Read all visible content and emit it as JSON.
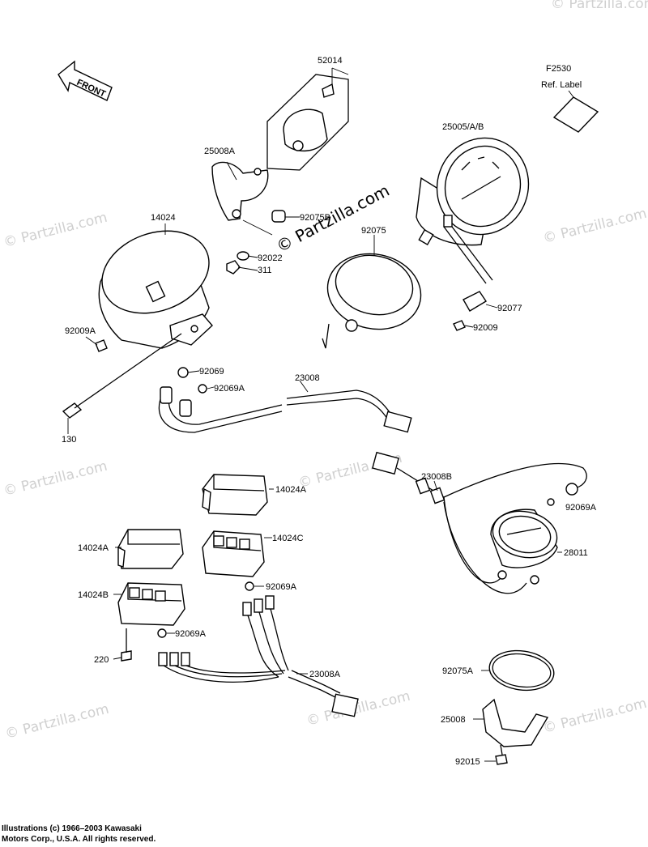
{
  "watermark": "© Partzilla.com",
  "front_label": "FRONT",
  "ref": {
    "code": "F2530",
    "label": "Ref. Label"
  },
  "labels": {
    "p52014": "52014",
    "p25008A": "25008A",
    "p25005": "25005/A/B",
    "p14024": "14024",
    "p92075B": "92075B",
    "p92022": "92022",
    "p311": "311",
    "p92075": "92075",
    "p92009A": "92009A",
    "p92077": "92077",
    "p92009": "92009",
    "p92069": "92069",
    "p92069A_1": "92069A",
    "p23008": "23008",
    "p130": "130",
    "p23008B": "23008B",
    "p92069A_2": "92069A",
    "p14024A_1": "14024A",
    "p28011": "28011",
    "p14024A_2": "14024A",
    "p14024C": "14024C",
    "p92069A_3": "92069A",
    "p14024B": "14024B",
    "p92069A_4": "92069A",
    "p220": "220",
    "p23008A": "23008A",
    "p92075A": "92075A",
    "p25008": "25008",
    "p92015": "92015"
  },
  "footer": {
    "line1": "Illustrations (c) 1966–2003 Kawasaki",
    "line2": "Motors Corp., U.S.A.  All rights reserved."
  }
}
